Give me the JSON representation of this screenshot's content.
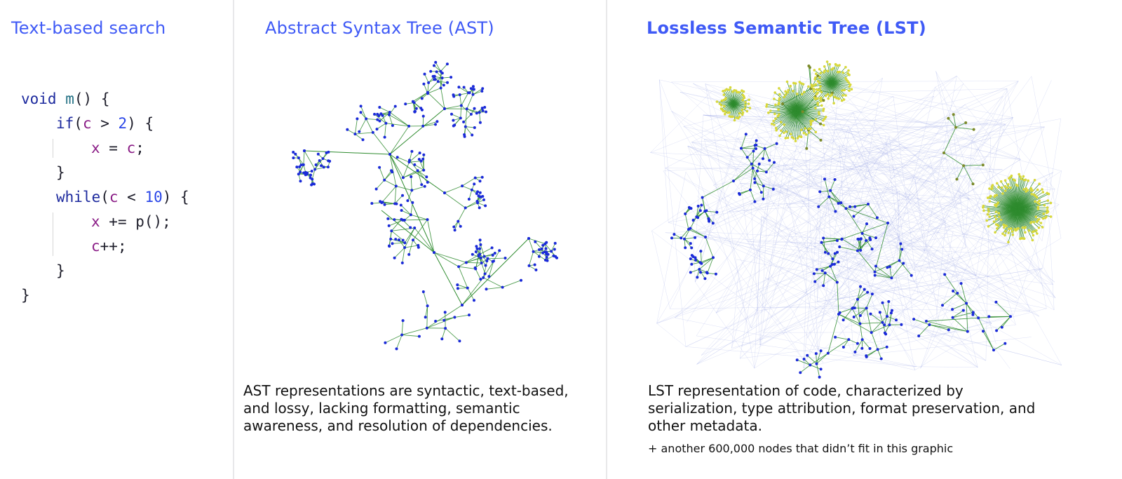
{
  "panels": {
    "text": {
      "heading": "Text-based search"
    },
    "ast": {
      "heading": "Abstract Syntax Tree (AST)",
      "caption_lines": [
        "AST representations are syntactic, text-based,",
        "and lossy, lacking formatting, semantic",
        "awareness, and resolution of dependencies."
      ]
    },
    "lst": {
      "heading": "Lossless Semantic Tree (LST)",
      "caption_lines": [
        "LST representation of code, characterized by",
        "serialization, type attribution, format preservation, and",
        "other metadata."
      ],
      "note": "+ another 600,000 nodes that didn’t fit in this graphic"
    }
  },
  "code": {
    "lines": [
      {
        "indent": 0,
        "tokens": [
          [
            "kw",
            "void"
          ],
          [
            "punc",
            " "
          ],
          [
            "fn",
            "m"
          ],
          [
            "punc",
            "() {"
          ]
        ]
      },
      {
        "indent": 1,
        "tokens": [
          [
            "kw",
            "if"
          ],
          [
            "punc",
            "("
          ],
          [
            "var",
            "c"
          ],
          [
            "punc",
            " > "
          ],
          [
            "num",
            "2"
          ],
          [
            "punc",
            ") {"
          ]
        ]
      },
      {
        "indent": 2,
        "tokens": [
          [
            "var",
            "x"
          ],
          [
            "punc",
            " = "
          ],
          [
            "var",
            "c"
          ],
          [
            "punc",
            ";"
          ]
        ]
      },
      {
        "indent": 1,
        "tokens": [
          [
            "punc",
            "}"
          ]
        ]
      },
      {
        "indent": 1,
        "tokens": [
          [
            "kw",
            "while"
          ],
          [
            "punc",
            "("
          ],
          [
            "var",
            "c"
          ],
          [
            "punc",
            " < "
          ],
          [
            "num",
            "10"
          ],
          [
            "punc",
            ") {"
          ]
        ]
      },
      {
        "indent": 2,
        "tokens": [
          [
            "var",
            "x"
          ],
          [
            "punc",
            " += p();"
          ]
        ]
      },
      {
        "indent": 2,
        "tokens": [
          [
            "var",
            "c"
          ],
          [
            "punc",
            "++;"
          ]
        ]
      },
      {
        "indent": 1,
        "tokens": [
          [
            "punc",
            "}"
          ]
        ]
      },
      {
        "indent": 0,
        "tokens": [
          [
            "punc",
            "}"
          ]
        ]
      }
    ]
  },
  "colors": {
    "heading": "#3f5af6",
    "node": "#1a2ad8",
    "edge": "#2e8b2e",
    "lst_edge": "#9aa6e6",
    "lst_node_yellow": "#d8d83a",
    "lst_node_olive": "#7c8a2a"
  }
}
